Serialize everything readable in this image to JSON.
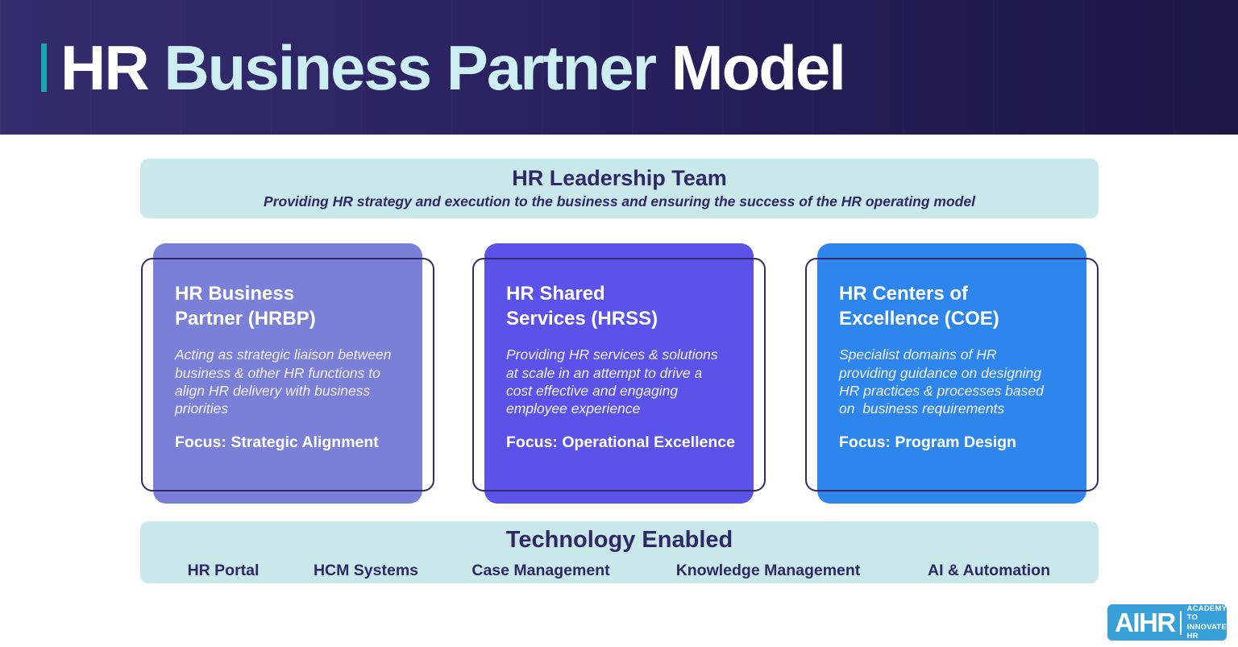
{
  "header": {
    "title_prefix": "HR",
    "title_accent": "Business Partner",
    "title_suffix": "Model"
  },
  "leadership": {
    "title": "HR Leadership Team",
    "subtitle": "Providing HR strategy and execution to the business and ensuring the success of the HR operating model"
  },
  "cards": [
    {
      "heading": "HR Business\nPartner (HRBP)",
      "body": "Acting as strategic liaison between\nbusiness & other HR functions to\nalign HR delivery with business\npriorities",
      "focus": "Focus: Strategic Alignment",
      "color": "#7a7fd8"
    },
    {
      "heading": "HR Shared\nServices (HRSS)",
      "body": "Providing HR services & solutions\nat scale in an attempt to drive a\ncost effective and engaging\nemployee experience",
      "focus": "Focus: Operational Excellence",
      "color": "#5a52e9"
    },
    {
      "heading": "HR Centers of\nExcellence (COE)",
      "body": "Specialist domains of HR\nproviding guidance on designing\nHR practices & processes based\non  business requirements",
      "focus": "Focus: Program Design",
      "color": "#2e86ec"
    }
  ],
  "technology": {
    "title": "Technology Enabled",
    "items": [
      "HR Portal",
      "HCM Systems",
      "Case Management",
      "Knowledge Management",
      "AI & Automation"
    ]
  },
  "logo": {
    "brand": "AIHR",
    "tagline_line1": "ACADEMY TO",
    "tagline_line2": "INNOVATE HR"
  },
  "colors": {
    "header_gradient_start": "#352c6e",
    "header_gradient_end": "#1e1746",
    "accent_teal": "#1aa7b5",
    "title_mint": "#cdeef1",
    "banner_mint": "#c9e8e9",
    "text_indigo": "#2e2866",
    "card_outline": "#36296b",
    "logo_blue": "#38a1da"
  }
}
